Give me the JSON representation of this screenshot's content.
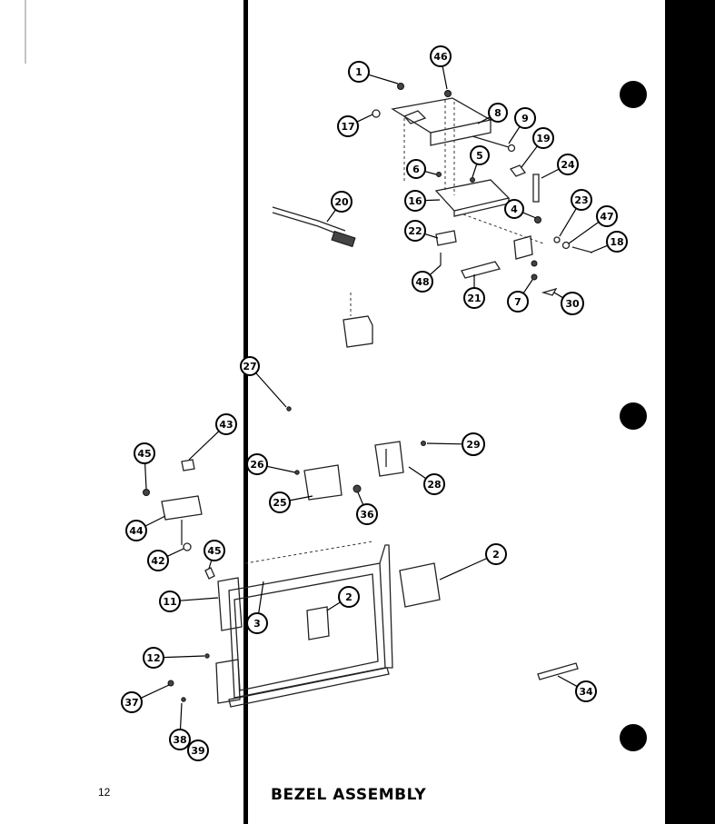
{
  "page": {
    "number": "12",
    "title": "BEZEL ASSEMBLY"
  },
  "colors": {
    "ink": "#000000",
    "paper": "#ffffff",
    "binding_strip": "#000000"
  },
  "callouts": [
    {
      "label": "1"
    },
    {
      "label": "46"
    },
    {
      "label": "17"
    },
    {
      "label": "8"
    },
    {
      "label": "9"
    },
    {
      "label": "19"
    },
    {
      "label": "5"
    },
    {
      "label": "6"
    },
    {
      "label": "24"
    },
    {
      "label": "20"
    },
    {
      "label": "16"
    },
    {
      "label": "4"
    },
    {
      "label": "23"
    },
    {
      "label": "47"
    },
    {
      "label": "18"
    },
    {
      "label": "22"
    },
    {
      "label": "48"
    },
    {
      "label": "21"
    },
    {
      "label": "7"
    },
    {
      "label": "30"
    },
    {
      "label": "27"
    },
    {
      "label": "43"
    },
    {
      "label": "45"
    },
    {
      "label": "29"
    },
    {
      "label": "26"
    },
    {
      "label": "28"
    },
    {
      "label": "25"
    },
    {
      "label": "36"
    },
    {
      "label": "44"
    },
    {
      "label": "42"
    },
    {
      "label": "45"
    },
    {
      "label": "2"
    },
    {
      "label": "11"
    },
    {
      "label": "2"
    },
    {
      "label": "3"
    },
    {
      "label": "12"
    },
    {
      "label": "37"
    },
    {
      "label": "34"
    },
    {
      "label": "38"
    },
    {
      "label": "39"
    }
  ]
}
